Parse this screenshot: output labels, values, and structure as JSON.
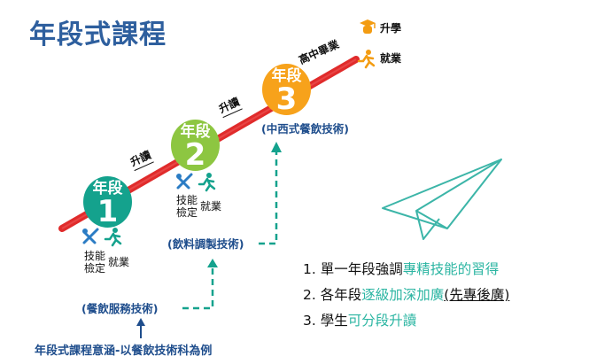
{
  "title": "年段式課程",
  "stages": [
    {
      "label": "年段",
      "num": "1"
    },
    {
      "label": "年段",
      "num": "2"
    },
    {
      "label": "年段",
      "num": "3"
    }
  ],
  "upgrade_labels": [
    "升讀",
    "升讀"
  ],
  "high_school_grad": "高中畢業",
  "outcomes": {
    "further_study": "升學",
    "employment": "就業"
  },
  "stage_items": {
    "skill_line1": "技能",
    "skill_line2": "檢定",
    "job": "就業"
  },
  "captions": {
    "stage1": "(餐飲服務技術)",
    "stage2": "(飲料調製技術)",
    "stage3": "(中西式餐飲技術)"
  },
  "points": [
    {
      "num": "1.",
      "plain": "單一年段強調",
      "highlight": "專精技能的習得",
      "underline": ""
    },
    {
      "num": "2.",
      "plain": "各年段",
      "highlight": "逐級加深加廣",
      "underline": "(先專後廣)"
    },
    {
      "num": "3.",
      "plain": "學生",
      "highlight": "可分段升讀",
      "underline": ""
    }
  ],
  "footer": "年段式課程意涵-以餐飲技術科為例",
  "colors": {
    "title": "#2e5f9e",
    "stage1": "#14a28d",
    "stage2": "#8dc641",
    "stage3": "#f7a21b",
    "ladder": "#e02b2b",
    "dashed": "#14a28d",
    "highlight": "#2bb5a2",
    "icons": "#f39c12"
  }
}
